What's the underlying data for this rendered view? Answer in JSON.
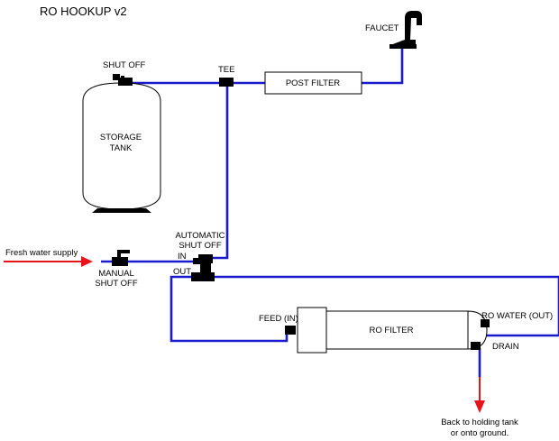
{
  "title": "RO HOOKUP v2",
  "labels": {
    "faucet": "FAUCET",
    "shut_off": "SHUT OFF",
    "tee": "TEE",
    "post_filter": "POST FILTER",
    "storage_tank_line1": "STORAGE",
    "storage_tank_line2": "TANK",
    "automatic_line1": "AUTOMATIC",
    "automatic_line2": "SHUT OFF",
    "in": "IN",
    "out": "OUT",
    "fresh_water_supply": "Fresh water supply",
    "manual_line1": "MANUAL",
    "manual_line2": "SHUT OFF",
    "feed_in": "FEED (IN)",
    "ro_filter": "RO FILTER",
    "ro_water_out": "RO WATER (OUT)",
    "drain": "DRAIN",
    "back_line1": "Back to holding tank",
    "back_line2": "or onto ground."
  },
  "colors": {
    "pipe": "#1a1acc",
    "arrow": "#e8141c",
    "outline": "#000000"
  }
}
